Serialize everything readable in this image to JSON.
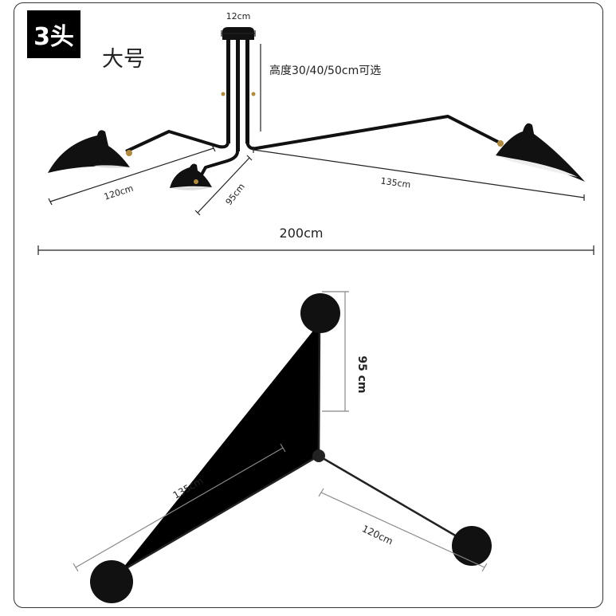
{
  "badge": "3头",
  "size_label": "大号",
  "top_view": {
    "canopy_width": "12cm",
    "height_note": "高度30/40/50cm可选",
    "arm_left": "120cm",
    "arm_middle": "95cm",
    "arm_right": "135cm",
    "total_width": "200cm"
  },
  "plan_view": {
    "arm_top": "95 cm",
    "arm_left": "135cm",
    "arm_right": "120cm"
  }
}
